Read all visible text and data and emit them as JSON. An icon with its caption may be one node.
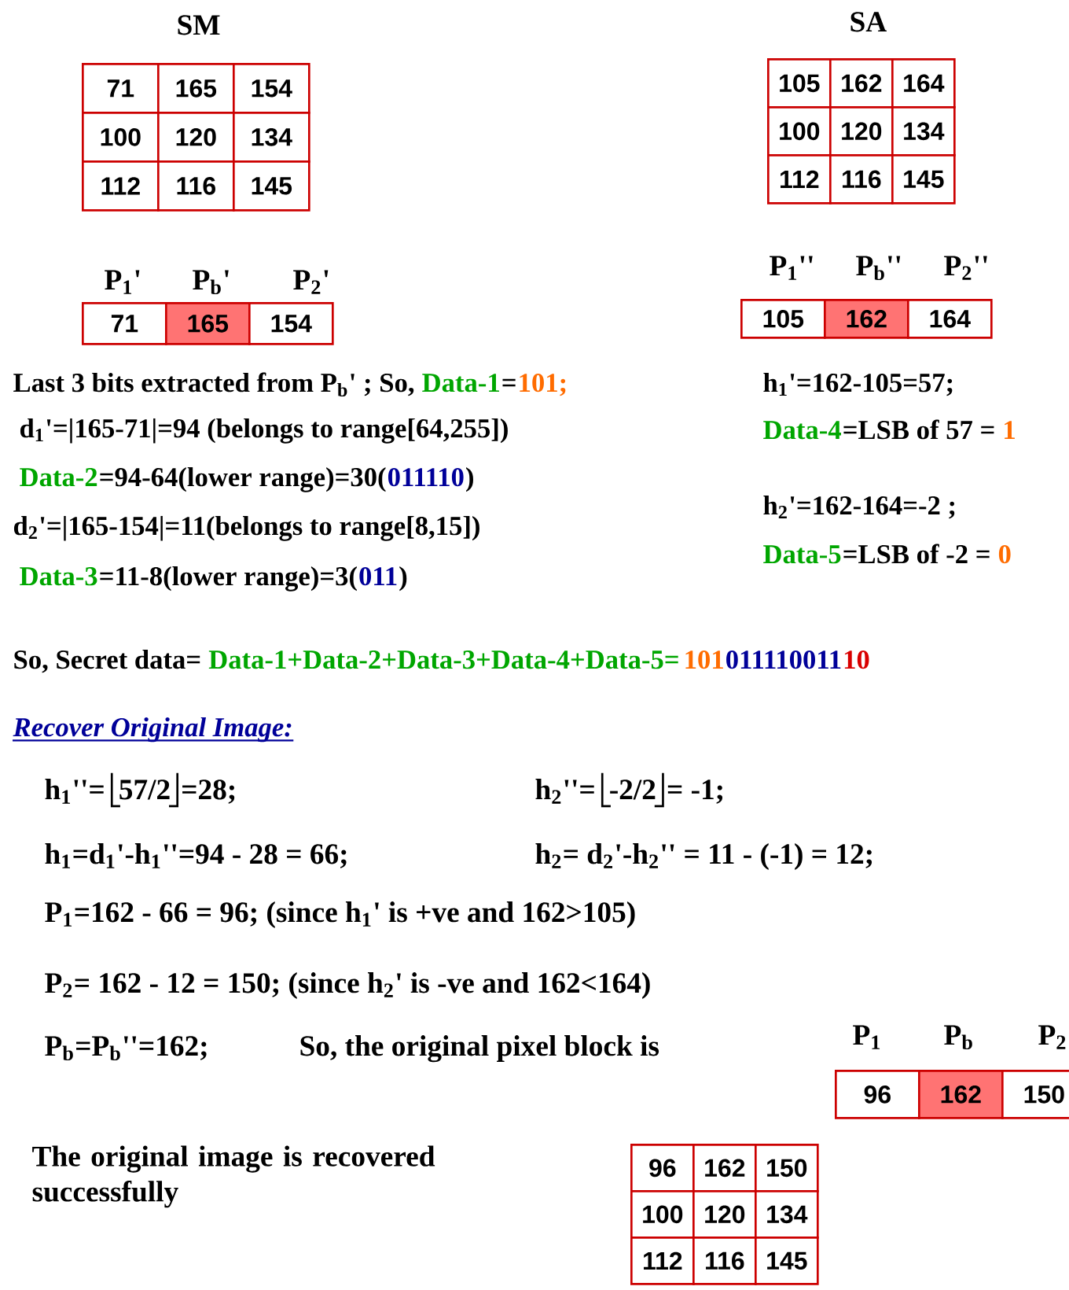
{
  "diagram": {
    "labels": [
      "SM",
      "SA",
      "71",
      "165",
      "154",
      "100",
      "120",
      "134",
      "112",
      "116",
      "145",
      "105",
      "162",
      "164",
      "100",
      "120",
      "134",
      "112",
      "116",
      "145",
      "P$_{1}$'",
      "P$_{b}$'",
      "P$_{2}$'",
      "71",
      "165",
      "154",
      "P$_{1}$''",
      "P$_{b}$''",
      "P$_{2}$''",
      "105",
      "162",
      "164",
      "Last 3 bits extracted from P$_{b}$' ; So,",
      "Data-1",
      "=",
      "101;",
      "d$_{1}$'=|165-71|=94 (belongs to range[64,255])",
      "Data-2",
      "=94-64(lower range)=30(",
      "011110",
      ")",
      "d$_{2}$'=|165-154|=11(belongs to range[8,15])",
      "Data-3",
      "=11-8(lower range)=3(",
      "011",
      ")",
      "h$_{1}$'=162-105=57;",
      "Data-4",
      "=LSB of 57 =",
      "1",
      "h$_{2}$'=162-164=-2 ;",
      "Data-5",
      "=LSB of -2 =",
      "0",
      "So, Secret data=",
      "Data-1+Data-2+Data-3+Data-4+Data-5=",
      "101",
      "011110011",
      "10",
      "Recover Original Image:",
      "h$_{1}$''=",
      "57/2",
      "=28;",
      "h$_{2}$''=",
      "-2/2",
      "= -1;",
      "h$_{1}$=d$_{1}$'-h$_{1}$''=94 - 28 = 66;",
      "h$_{2}$= d$_{2}$'-h$_{2}$'' = 11 - (-1) = 12;",
      "P$_{1}$=162 - 66 = 96; (since h$_{1}$' is +ve and 162>105)",
      "P$_{2}$= 162 - 12 = 150; (since h$_{2}$' is -ve and 162<164)",
      "P$_{b}$=P$_{b}$''=162;",
      "So, the original pixel block is",
      "P$_{1}$",
      "P$_{b}$",
      "P$_{2}$",
      "96",
      "162",
      "150",
      "The original image is recovered successfully",
      "96",
      "162",
      "150",
      "100",
      "120",
      "134",
      "112",
      "116",
      "145"
    ]
  }
}
